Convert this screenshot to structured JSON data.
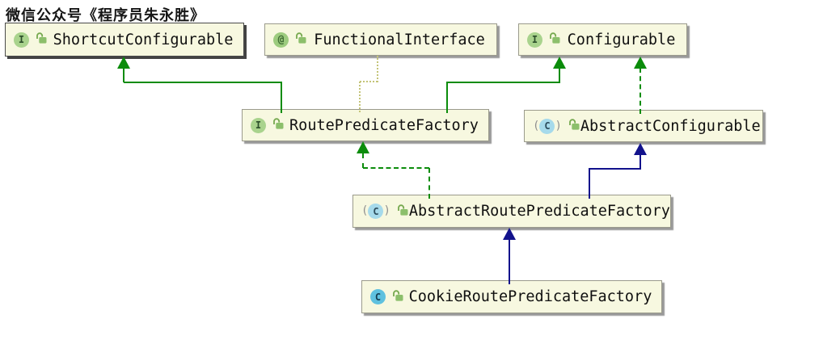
{
  "watermark": "微信公众号《程序员朱永胜》",
  "diagram": {
    "type": "uml-class-diagram",
    "paren_open": "(",
    "paren_close": ")",
    "colors": {
      "node_fill": "#f7f8e0",
      "implements_green": "#0b8c0b",
      "extends_navy": "#12128c",
      "annotation_dotted_olive": "#c4c478",
      "interface_icon_green": "#a9d38d",
      "class_icon_blue": "#5fc1df",
      "abstract_class_icon_blue": "#a6daeb",
      "lock_icon_green": "#8cbf6b"
    },
    "nodes": [
      {
        "label": "ShortcutConfigurable",
        "kind": "interface",
        "icon_letter": "I",
        "visibility": "public"
      },
      {
        "label": "FunctionalInterface",
        "kind": "annotation",
        "icon_letter": "@",
        "visibility": "public"
      },
      {
        "label": "Configurable",
        "kind": "interface",
        "icon_letter": "I",
        "visibility": "public"
      },
      {
        "label": "RoutePredicateFactory",
        "kind": "interface",
        "icon_letter": "I",
        "visibility": "public"
      },
      {
        "label": "AbstractConfigurable",
        "kind": "abstract-class",
        "icon_letter": "C",
        "visibility": "public"
      },
      {
        "label": "AbstractRoutePredicateFactory",
        "kind": "abstract-class",
        "icon_letter": "C",
        "visibility": "public"
      },
      {
        "label": "CookieRoutePredicateFactory",
        "kind": "class",
        "icon_letter": "C",
        "visibility": "public"
      }
    ],
    "edges": [
      {
        "from": "RoutePredicateFactory",
        "to": "ShortcutConfigurable",
        "relation": "implements",
        "line": "solid",
        "color": "green"
      },
      {
        "from": "RoutePredicateFactory",
        "to": "Configurable",
        "relation": "implements",
        "line": "solid",
        "color": "green"
      },
      {
        "from": "AbstractConfigurable",
        "to": "Configurable",
        "relation": "implements",
        "line": "dashed",
        "color": "green"
      },
      {
        "from": "FunctionalInterface",
        "to": "RoutePredicateFactory",
        "relation": "annotated-by",
        "line": "dotted",
        "color": "olive"
      },
      {
        "from": "AbstractRoutePredicateFactory",
        "to": "RoutePredicateFactory",
        "relation": "implements",
        "line": "dashed",
        "color": "green"
      },
      {
        "from": "AbstractRoutePredicateFactory",
        "to": "AbstractConfigurable",
        "relation": "extends",
        "line": "solid",
        "color": "navy"
      },
      {
        "from": "CookieRoutePredicateFactory",
        "to": "AbstractRoutePredicateFactory",
        "relation": "extends",
        "line": "solid",
        "color": "navy"
      }
    ]
  }
}
